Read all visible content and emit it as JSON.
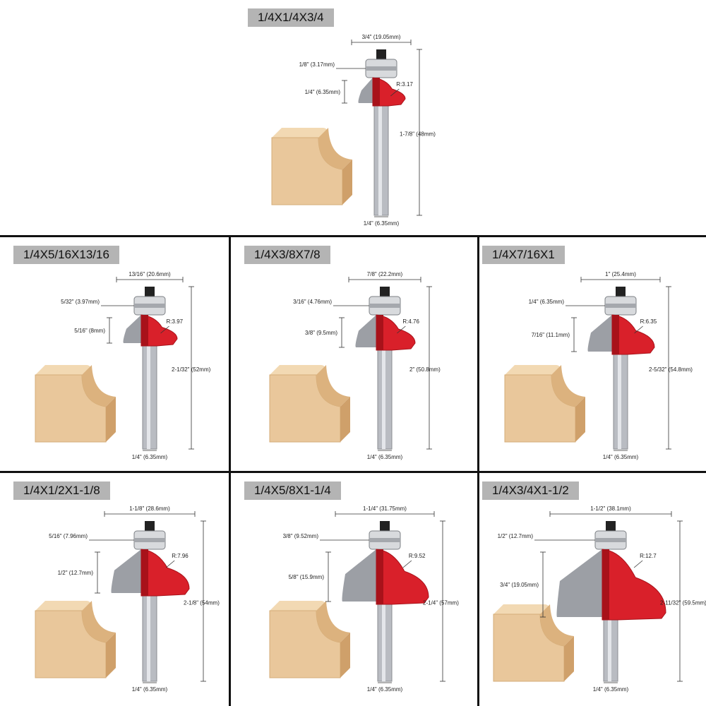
{
  "colors": {
    "bit_red": "#d9202a",
    "bit_red_dark": "#a8121a",
    "shank_grey": "#b9bcc2",
    "wood": "#e9c79b",
    "tag_bg": "#b4b4b4"
  },
  "panels": [
    {
      "title": "1/4X1/4X3/4",
      "overall_width": "3/4\"  (19.05mm)",
      "bearing_offset": "1/8\"  (3.17mm)",
      "cut_height": "1/4\"  (6.35mm)",
      "radius": "R:3.17",
      "overall_length": "1-7/8\"  (48mm)",
      "shank_dia": "1/4\"  (6.35mm)"
    },
    {
      "title": "1/4X5/16X13/16",
      "overall_width": "13/16\"  (20.6mm)",
      "bearing_offset": "5/32\"  (3.97mm)",
      "cut_height": "5/16\"  (8mm)",
      "radius": "R:3.97",
      "overall_length": "2-1/32\"  (52mm)",
      "shank_dia": "1/4\"  (6.35mm)"
    },
    {
      "title": "1/4X3/8X7/8",
      "overall_width": "7/8\"  (22.2mm)",
      "bearing_offset": "3/16\"  (4.76mm)",
      "cut_height": "3/8\"  (9.5mm)",
      "radius": "R:4.76",
      "overall_length": "2\"  (50.8mm)",
      "shank_dia": "1/4\"  (6.35mm)"
    },
    {
      "title": "1/4X7/16X1",
      "overall_width": "1\"  (25.4mm)",
      "bearing_offset": "1/4\"  (6.35mm)",
      "cut_height": "7/16\"  (11.1mm)",
      "radius": "R:6.35",
      "overall_length": "2-5/32\"  (54.8mm)",
      "shank_dia": "1/4\"  (6.35mm)"
    },
    {
      "title": "1/4X1/2X1-1/8",
      "overall_width": "1-1/8\"  (28.6mm)",
      "bearing_offset": "5/16\"  (7.96mm)",
      "cut_height": "1/2\"  (12.7mm)",
      "radius": "R:7.96",
      "overall_length": "2-1/8\"  (54mm)",
      "shank_dia": "1/4\"  (6.35mm)"
    },
    {
      "title": "1/4X5/8X1-1/4",
      "overall_width": "1-1/4\"  (31.75mm)",
      "bearing_offset": "3/8\"  (9.52mm)",
      "cut_height": "5/8\"  (15.9mm)",
      "radius": "R:9.52",
      "overall_length": "2-1/4\"  (57mm)",
      "shank_dia": "1/4\"  (6.35mm)"
    },
    {
      "title": "1/4X3/4X1-1/2",
      "overall_width": "1-1/2\"  (38.1mm)",
      "bearing_offset": "1/2\"  (12.7mm)",
      "cut_height": "3/4\"  (19.05mm)",
      "radius": "R:12.7",
      "overall_length": "2-11/32\"  (59.5mm)",
      "shank_dia": "1/4\"  (6.35mm)"
    }
  ]
}
